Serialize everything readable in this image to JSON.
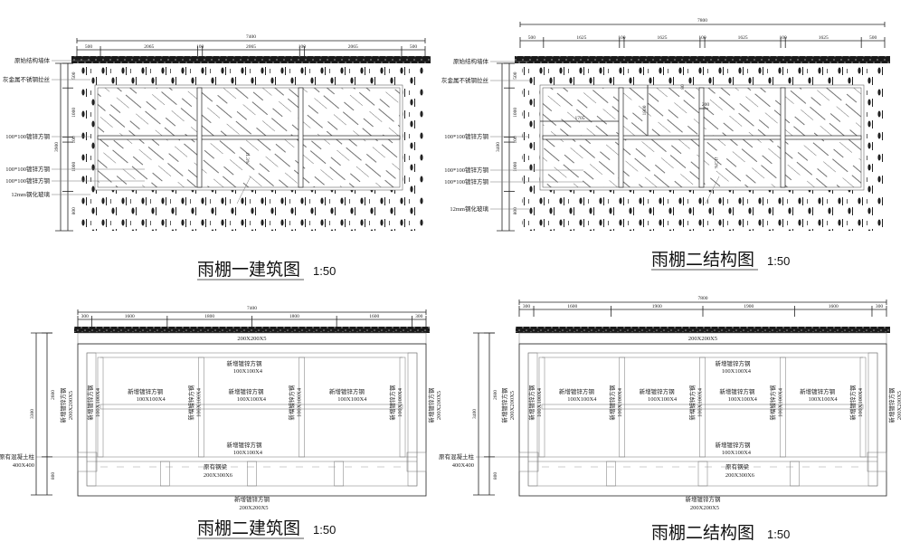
{
  "drawings": [
    {
      "title": "雨棚一建筑图",
      "scale": "1:50",
      "total_width": "7400",
      "segments": [
        "500",
        "2065",
        "100",
        "2065",
        "100",
        "2065",
        "500"
      ],
      "total_height": "3900",
      "height_segments": [
        "500",
        "1000",
        "100",
        "1000",
        "800"
      ],
      "labels": [
        "原始结构墙体",
        "灰金属不锈钢拉丝",
        "100*100镀锌方钢",
        "100*100镀锌方钢",
        "100*100镀锌方钢",
        "12mm钢化玻璃"
      ],
      "slope": "i1.3%"
    },
    {
      "title": "雨棚二结构图",
      "scale": "1:50",
      "total_width": "7800",
      "segments": [
        "500",
        "1625",
        "100",
        "1625",
        "100",
        "1625",
        "100",
        "1625",
        "500"
      ],
      "total_height": "3400",
      "height_segments": [
        "500",
        "1000",
        "100",
        "1000",
        "800"
      ],
      "labels": [
        "原始结构墙体",
        "灰金属不锈钢拉丝",
        "100*100镀锌方钢",
        "100*100镀锌方钢",
        "100*100镀锌方钢",
        "12mm钢化玻璃"
      ],
      "annotations": [
        "1705",
        "1800",
        "200",
        "80"
      ],
      "slope": "i1.3%"
    },
    {
      "title": "雨棚二建筑图",
      "scale": "1:50",
      "total_width": "7400",
      "segments": [
        "300",
        "1600",
        "1800",
        "1800",
        "1600",
        "300"
      ],
      "total_height": "3300",
      "height_segments": [
        "2600",
        "800"
      ],
      "top_beam": "200X200X5",
      "new_steel": "新增镀锌方钢",
      "rail_size": "100X100X4",
      "column_size": "200X200X5",
      "bottom_beam_size": "200X200X5",
      "existing_beam": {
        "name": "原有钢梁",
        "size": "200X300X6"
      },
      "concrete_column": {
        "name": "原有混凝土柱",
        "size": "400X400"
      }
    },
    {
      "title": "雨棚二结构图",
      "scale": "1:50",
      "total_width": "7800",
      "segments": [
        "300",
        "1600",
        "1900",
        "1900",
        "1600",
        "300"
      ],
      "total_height": "3400",
      "height_segments": [
        "2600",
        "800"
      ],
      "top_beam": "200X200X5",
      "new_steel": "新增镀锌方钢",
      "rail_size": "100X100X4",
      "column_size": "200X200X5",
      "bottom_beam_size": "200X200X5",
      "existing_beam": {
        "name": "原有钢梁",
        "size": "200X300X6"
      },
      "concrete_column": {
        "name": "原有混凝土柱",
        "size": "400X400"
      }
    }
  ]
}
